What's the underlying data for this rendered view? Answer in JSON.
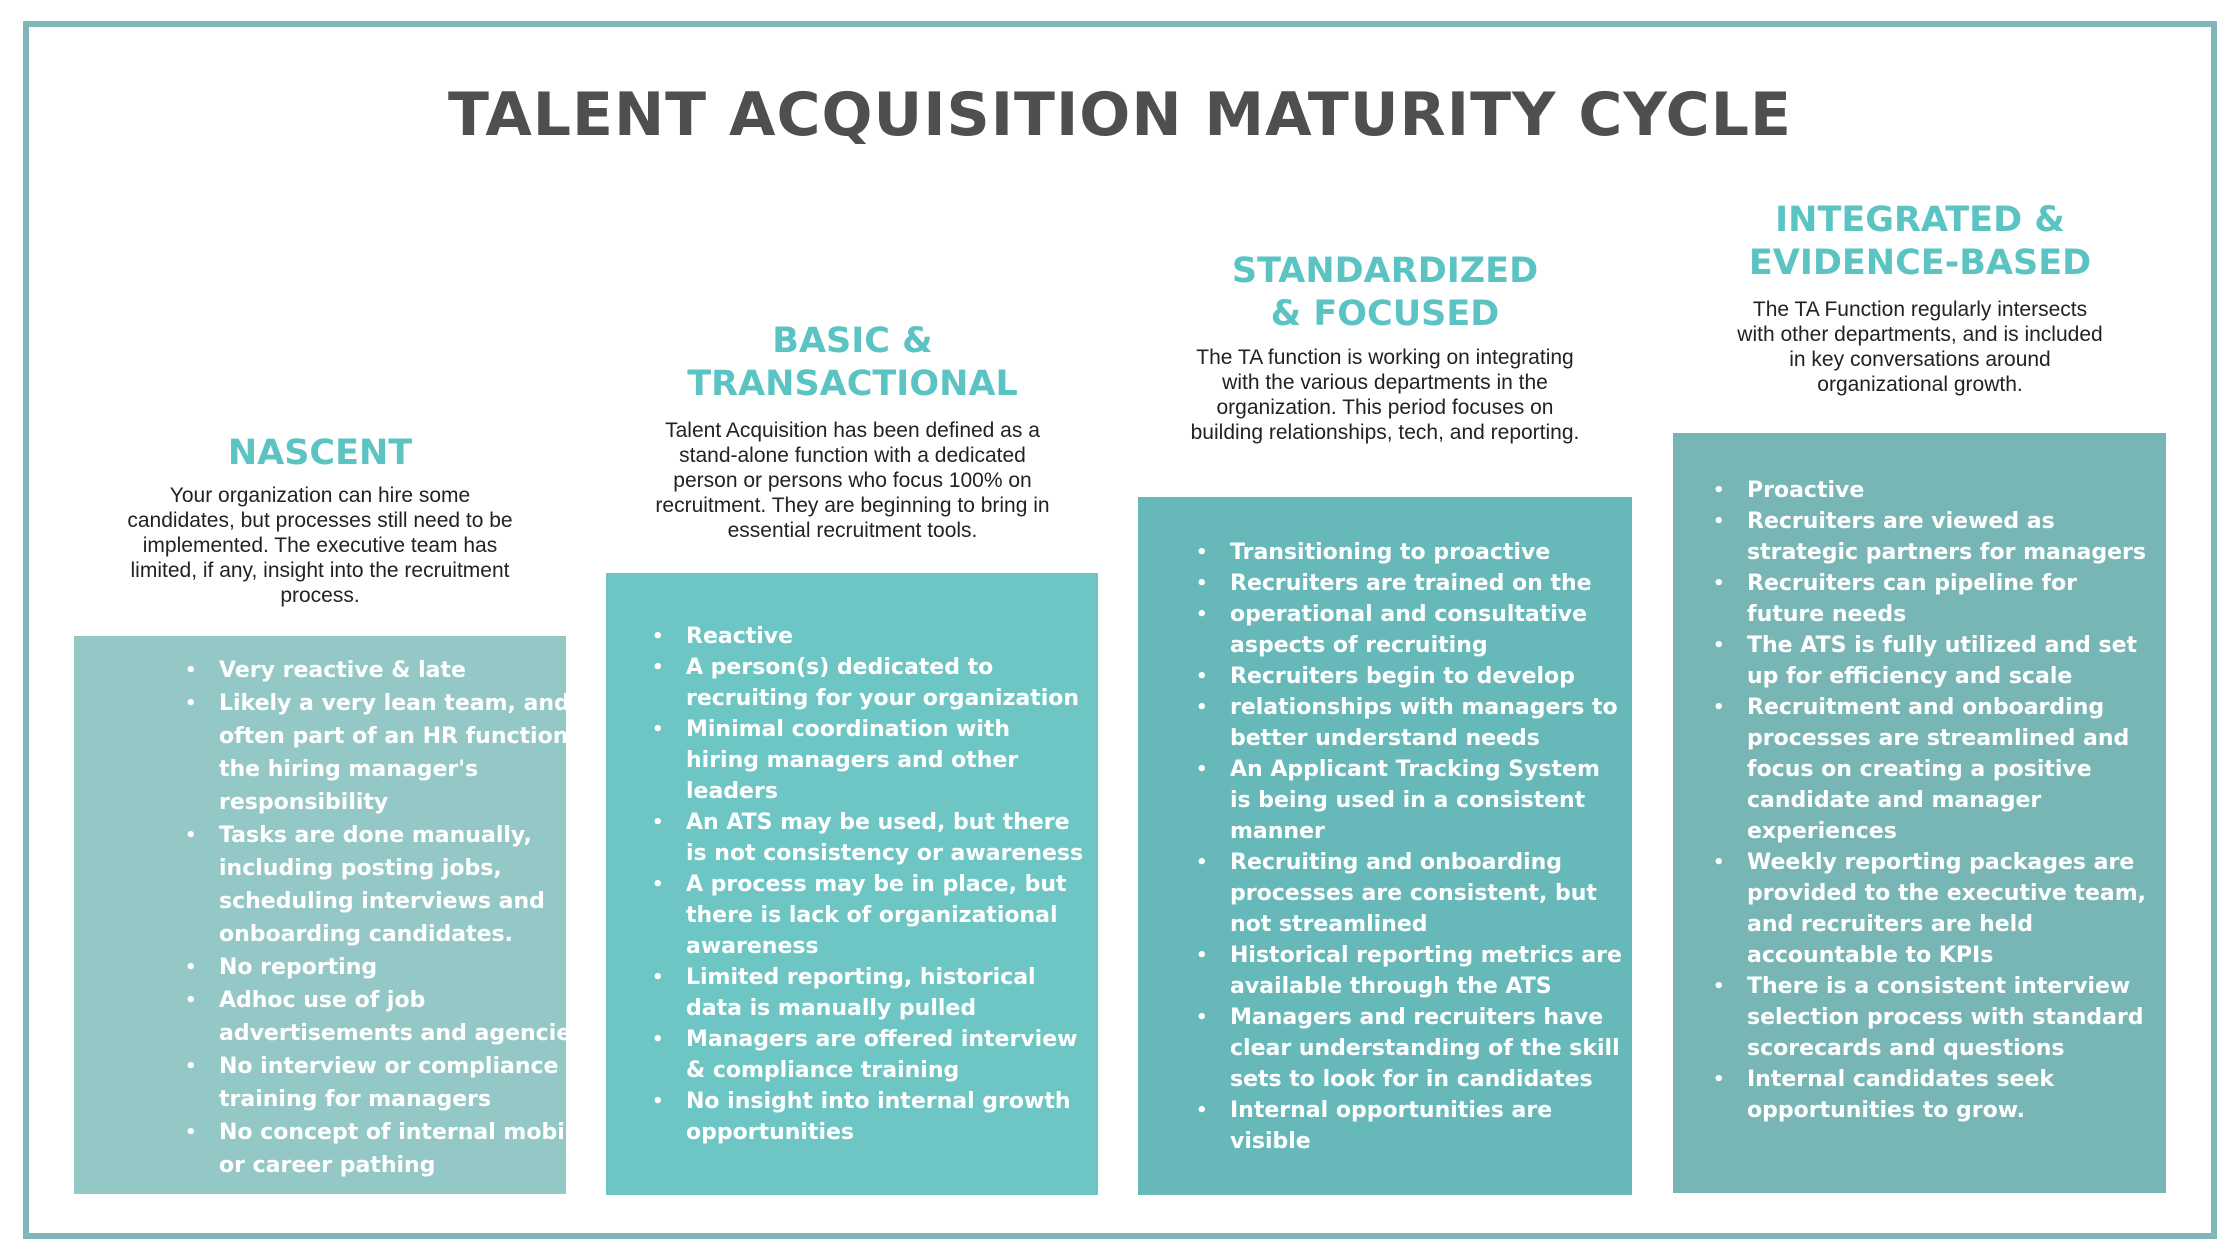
{
  "title": "TALENT ACQUISITION MATURITY CYCLE",
  "colors": {
    "border": "#7fb6b8",
    "title": "#4f4f4f",
    "heading": "#5cc3c3",
    "box1": "#94c8c6",
    "box2": "#6dc6c4",
    "box3": "#67b8b8",
    "box4": "#77b6b4"
  },
  "stages": [
    {
      "heading_lines": [
        "NASCENT"
      ],
      "description": "Your organization can hire some candidates, but processes still need to be implemented. The executive team has limited, if any, insight into the recruitment process.",
      "bullets": [
        "Very reactive & late",
        "Likely a very lean team, and often part of an HR function or the hiring manager's responsibility",
        "Tasks are done manually, including posting jobs, scheduling interviews and onboarding candidates.",
        "No reporting",
        "Adhoc use of job advertisements and agencies",
        "No interview or compliance training for managers",
        "No concept of internal mobility or career pathing"
      ]
    },
    {
      "heading_lines": [
        "BASIC &",
        "TRANSACTIONAL"
      ],
      "description": "Talent Acquisition has been defined as a stand-alone function with a dedicated person or persons who focus 100% on recruitment. They are beginning to bring in essential recruitment tools.",
      "bullets": [
        "Reactive",
        "A person(s) dedicated to recruiting for your organization",
        "Minimal coordination with hiring managers and other leaders",
        "An ATS may be used, but there is not consistency or awareness",
        "A process may be in place, but there is lack of organizational awareness",
        "Limited reporting, historical data is manually pulled",
        "Managers are offered interview & compliance training",
        "No insight into internal growth opportunities"
      ]
    },
    {
      "heading_lines": [
        "STANDARDIZED",
        "& FOCUSED"
      ],
      "description": "The TA function is working on integrating with the various departments in the organization. This period focuses on building relationships, tech, and reporting.",
      "bullets": [
        "Transitioning to proactive",
        "Recruiters are trained on the",
        "operational and consultative aspects of recruiting",
        "Recruiters begin to develop",
        "relationships with managers to better understand needs",
        "An Applicant Tracking System is being used in a consistent manner",
        "Recruiting and onboarding processes are consistent, but not streamlined",
        "Historical reporting metrics are available through the ATS",
        "Managers and recruiters have clear understanding of the skill sets to look for in candidates",
        "Internal opportunities are visible"
      ]
    },
    {
      "heading_lines": [
        "INTEGRATED &",
        "EVIDENCE-BASED"
      ],
      "description": "The TA Function regularly intersects with other departments, and is included in key conversations around organizational growth.",
      "bullets": [
        "Proactive",
        "Recruiters are viewed as strategic partners for managers",
        "Recruiters can pipeline for future needs",
        "The ATS is fully utilized and set up for efficiency and scale",
        "Recruitment and onboarding processes are streamlined and focus on creating a positive candidate and manager experiences",
        "Weekly reporting packages are provided to the executive team, and recruiters are held accountable to KPIs",
        "There is a consistent interview selection process with standard scorecards and questions",
        "Internal candidates seek opportunities to grow."
      ]
    }
  ]
}
